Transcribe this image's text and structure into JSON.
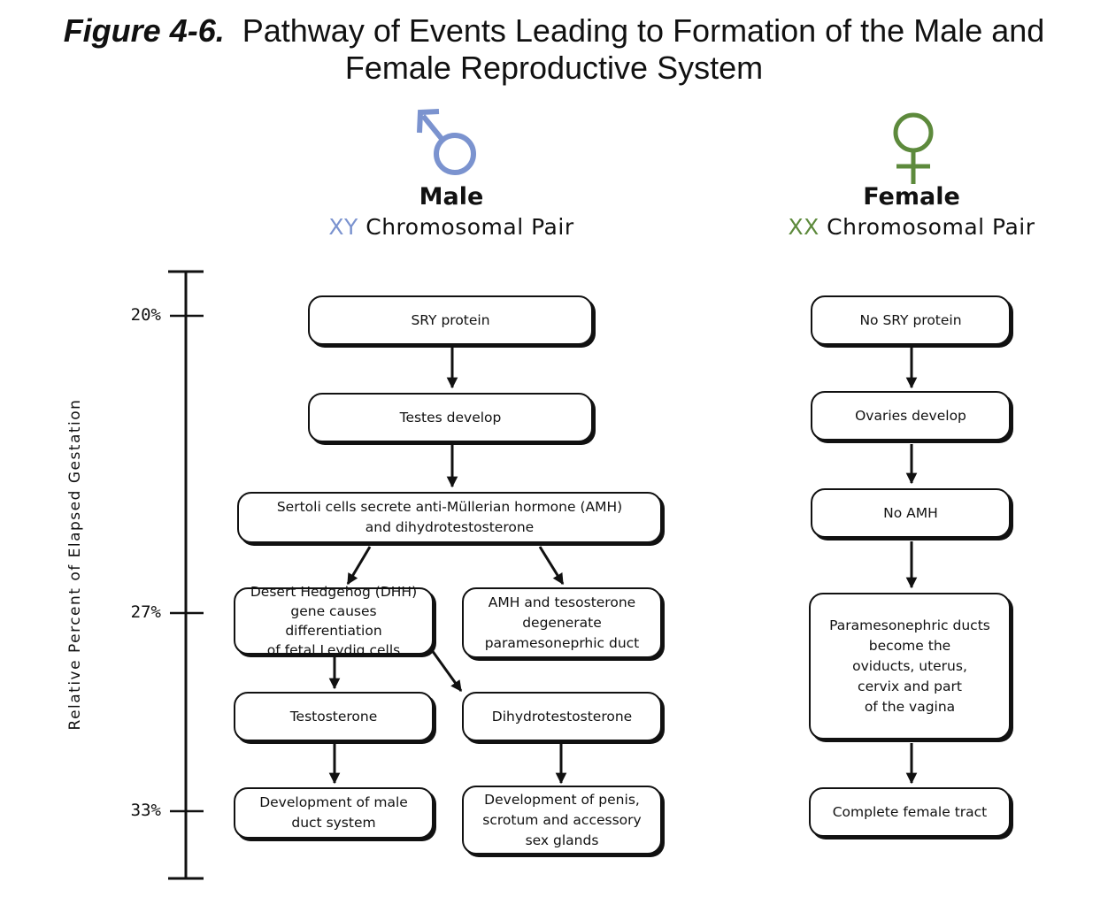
{
  "title": {
    "figure_label": "Figure 4-6.",
    "text_line1": "Pathway of Events Leading to Formation of the Male and",
    "text_line2": "Female Reproductive System"
  },
  "colors": {
    "male": "#7b93cf",
    "female": "#5d8a3c",
    "line": "#111111"
  },
  "icons": {
    "male": "male-symbol",
    "female": "female-symbol"
  },
  "male": {
    "label": "Male",
    "chromosome_code": "XY",
    "chromosome_text": "Chromosomal Pair",
    "boxes": {
      "sry": "SRY protein",
      "testes": "Testes develop",
      "sertoli_line1": "Sertoli cells secrete anti-Müllerian hormone (AMH)",
      "sertoli_line2": "and dihydrotestosterone",
      "dhh_line1": "Desert Hedgehog (DHH)",
      "dhh_line2": "gene causes differentiation",
      "dhh_line3": "of fetal Leydig cells",
      "amh_line1": "AMH and tesosterone",
      "amh_line2": "degenerate",
      "amh_line3": "paramesoneprhic duct",
      "testosterone": "Testosterone",
      "dihydro": "Dihydrotestosterone",
      "male_duct_line1": "Development of male",
      "male_duct_line2": "duct system",
      "penis_line1": "Development of penis,",
      "penis_line2": "scrotum and accessory",
      "penis_line3": "sex glands"
    }
  },
  "female": {
    "label": "Female",
    "chromosome_code": "XX",
    "chromosome_text": "Chromosomal Pair",
    "boxes": {
      "no_sry": "No SRY protein",
      "ovaries": "Ovaries develop",
      "no_amh": "No AMH",
      "para_line1": "Paramesonephric ducts",
      "para_line2": "become the",
      "para_line3": "oviducts, uterus,",
      "para_line4": "cervix and part",
      "para_line5": "of the vagina",
      "complete": "Complete female tract"
    }
  },
  "timeline": {
    "axis_label": "Relative Percent of Elapsed Gestation",
    "ticks": [
      {
        "label": "20%",
        "value": 20
      },
      {
        "label": "27%",
        "value": 27
      },
      {
        "label": "33%",
        "value": 33
      }
    ]
  }
}
